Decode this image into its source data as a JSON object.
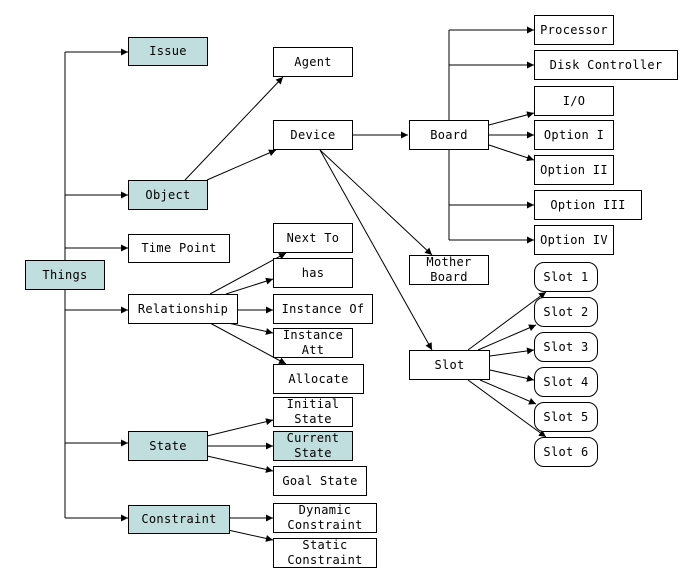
{
  "colors": {
    "highlight": "#bfdedd",
    "line": "#000000",
    "background": "#ffffff"
  },
  "nodes": {
    "things": "Things",
    "issue": "Issue",
    "object": "Object",
    "time_point": "Time Point",
    "relationship": "Relationship",
    "state": "State",
    "constraint": "Constraint",
    "agent": "Agent",
    "device": "Device",
    "next_to": "Next To",
    "has": "has",
    "instance_of": "Instance Of",
    "instance_att": "Instance\nAtt",
    "allocate": "Allocate",
    "initial_state": "Initial\nState",
    "current_state": "Current\nState",
    "goal_state": "Goal State",
    "dynamic_constraint": "Dynamic\nConstraint",
    "static_constraint": "Static\nConstraint",
    "board": "Board",
    "mother_board": "Mother\nBoard",
    "slot": "Slot",
    "processor": "Processor",
    "disk_controller": "Disk Controller",
    "io": "I/O",
    "option_i": "Option I",
    "option_ii": "Option II",
    "option_iii": "Option III",
    "option_iv": "Option IV",
    "slot_1": "Slot 1",
    "slot_2": "Slot 2",
    "slot_3": "Slot 3",
    "slot_4": "Slot 4",
    "slot_5": "Slot 5",
    "slot_6": "Slot 6"
  }
}
